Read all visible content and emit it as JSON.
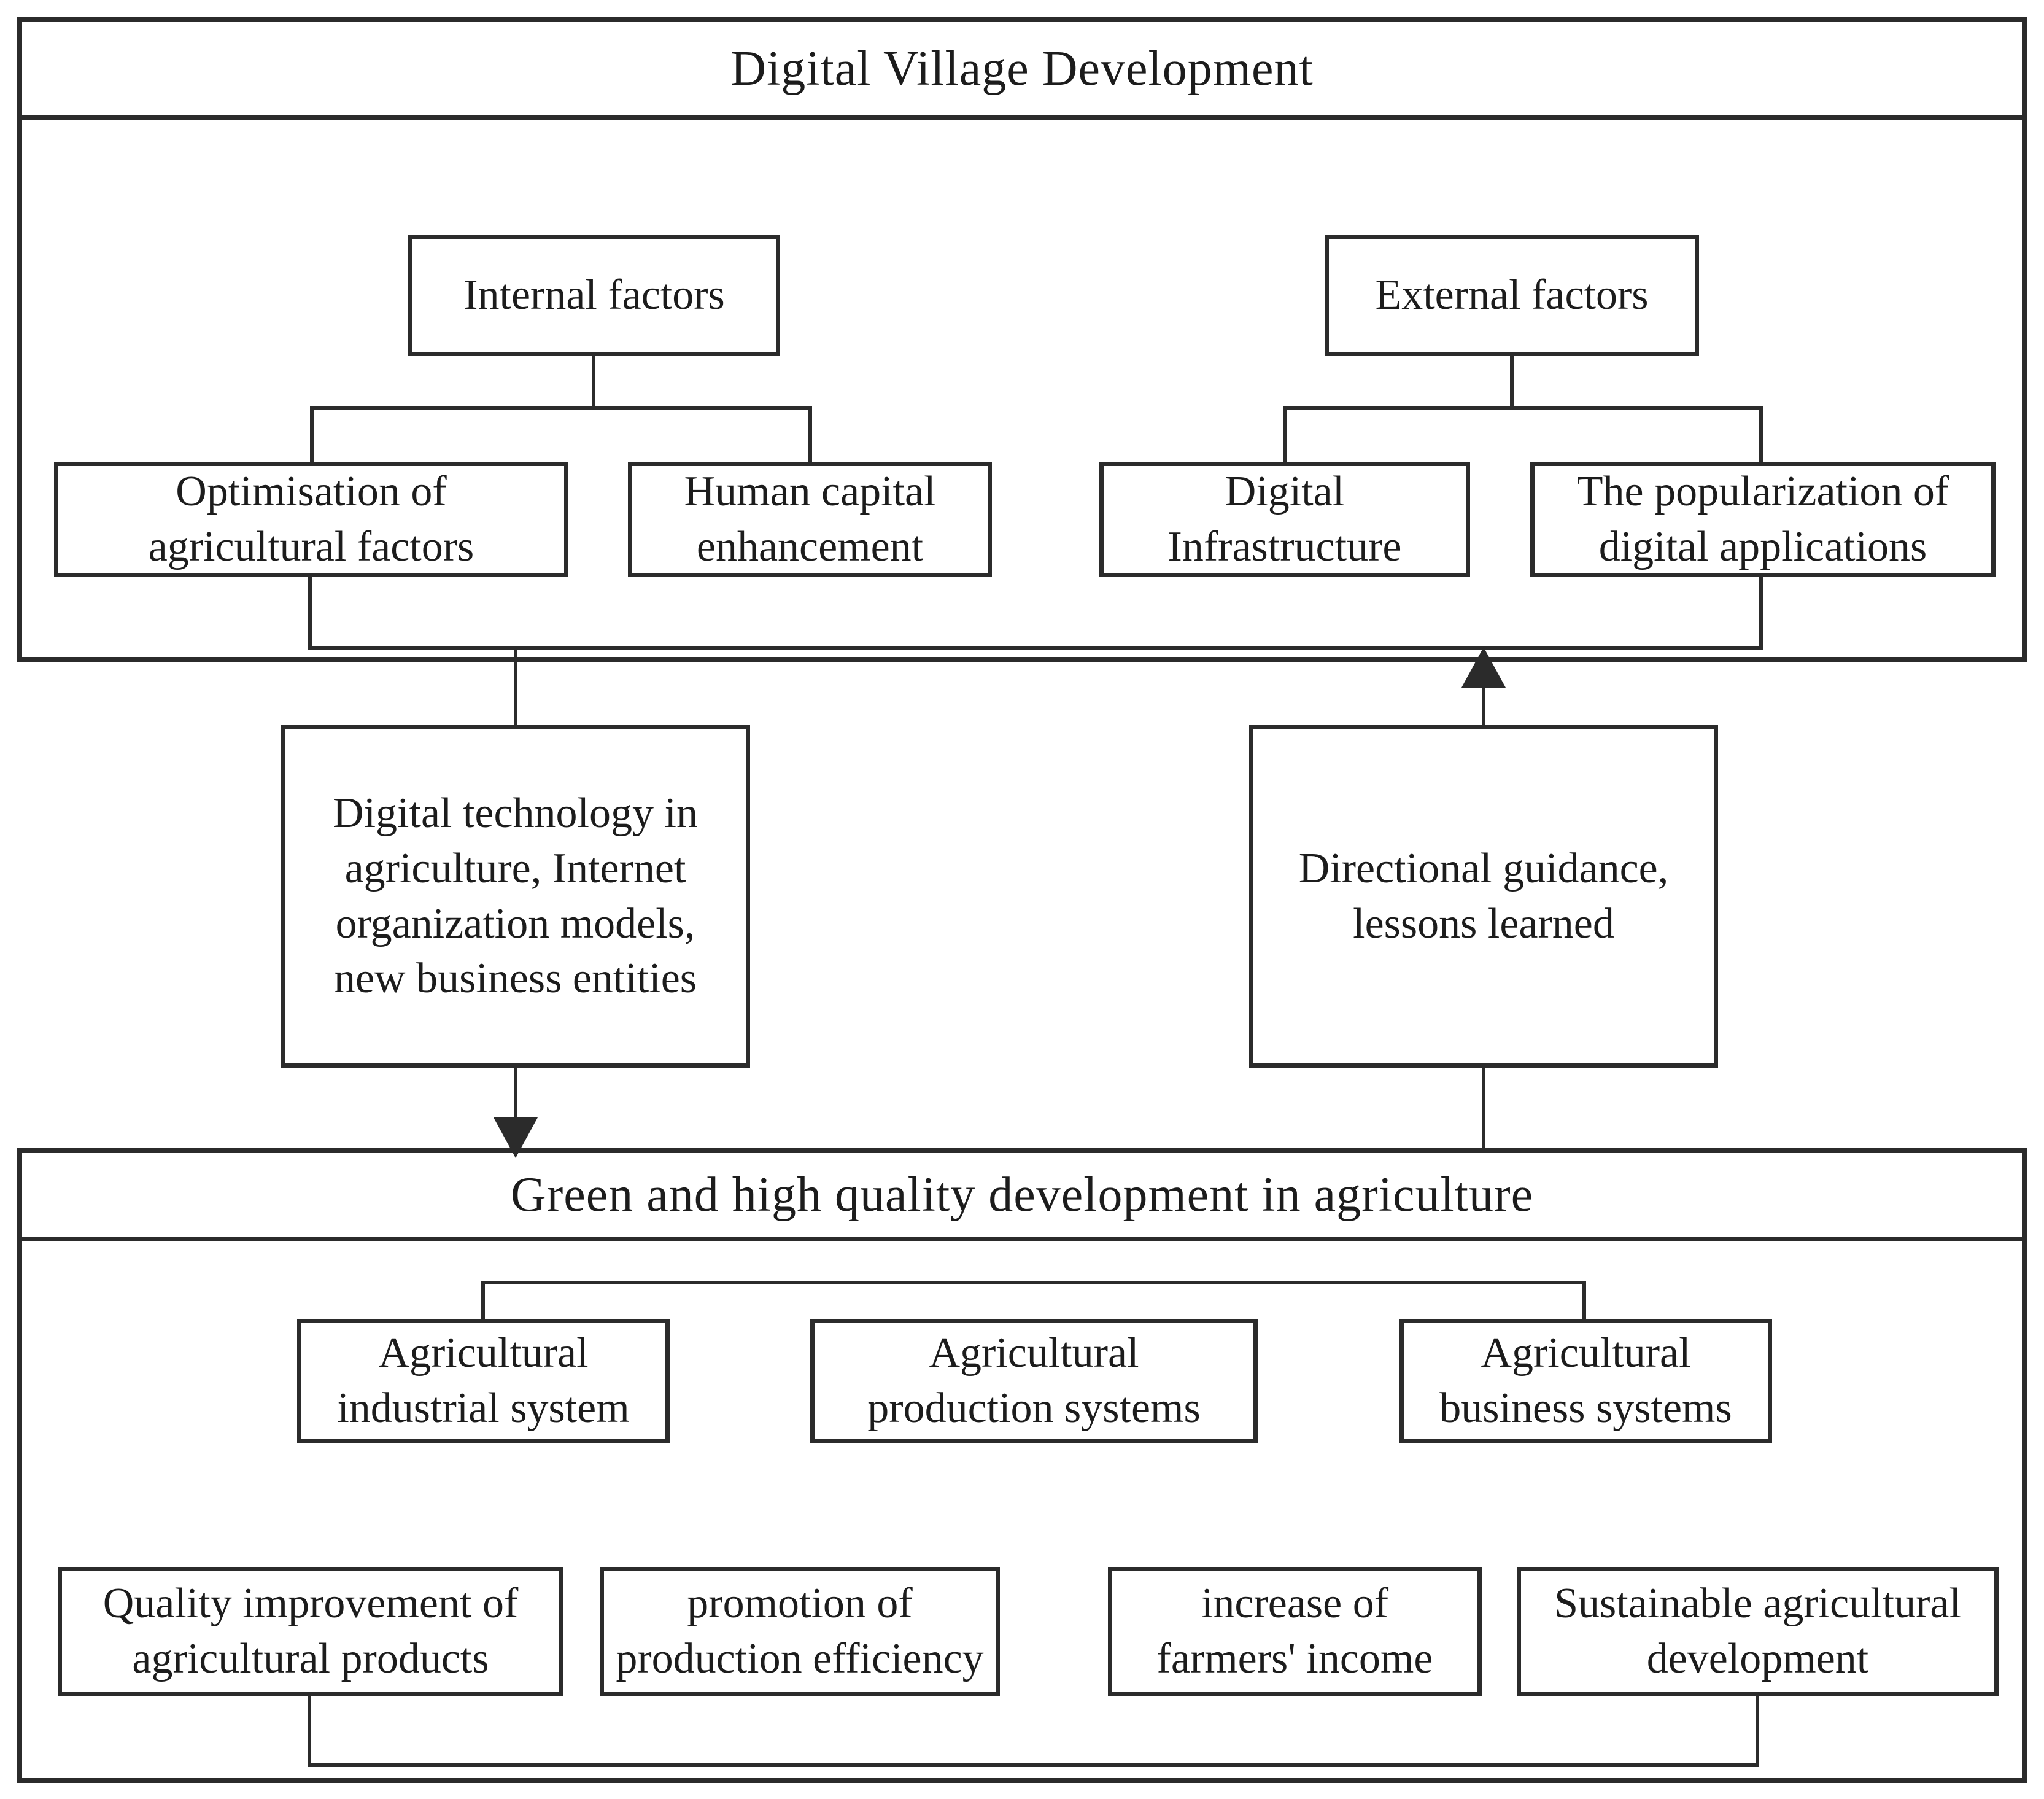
{
  "containers": {
    "top_title": "Digital Village Development",
    "bottom_title": "Green and high quality development in agriculture"
  },
  "nodes": {
    "internal_factors": "Internal factors",
    "external_factors": "External factors",
    "optimisation": "Optimisation of\nagricultural factors",
    "human_capital": "Human capital\nenhancement",
    "digital_infrastructure": "Digital\nInfrastructure",
    "popularization": "The popularization of\ndigital applications",
    "digital_technology": "Digital technology in\nagriculture, Internet\norganization models,\nnew business entities",
    "directional_guidance": "Directional guidance,\nlessons learned",
    "agricultural_industrial": "Agricultural\nindustrial system",
    "agricultural_production": "Agricultural\nproduction systems",
    "agricultural_business": "Agricultural\nbusiness systems",
    "quality_improvement": "Quality improvement of\nagricultural products",
    "promotion_efficiency": "promotion of\nproduction  efficiency",
    "increase_income": "increase of\nfarmers' income",
    "sustainable_development": "Sustainable agricultural\ndevelopment"
  },
  "colors": {
    "line": "#2b2b2b",
    "text": "#1c1c1c",
    "background": "#ffffff"
  }
}
